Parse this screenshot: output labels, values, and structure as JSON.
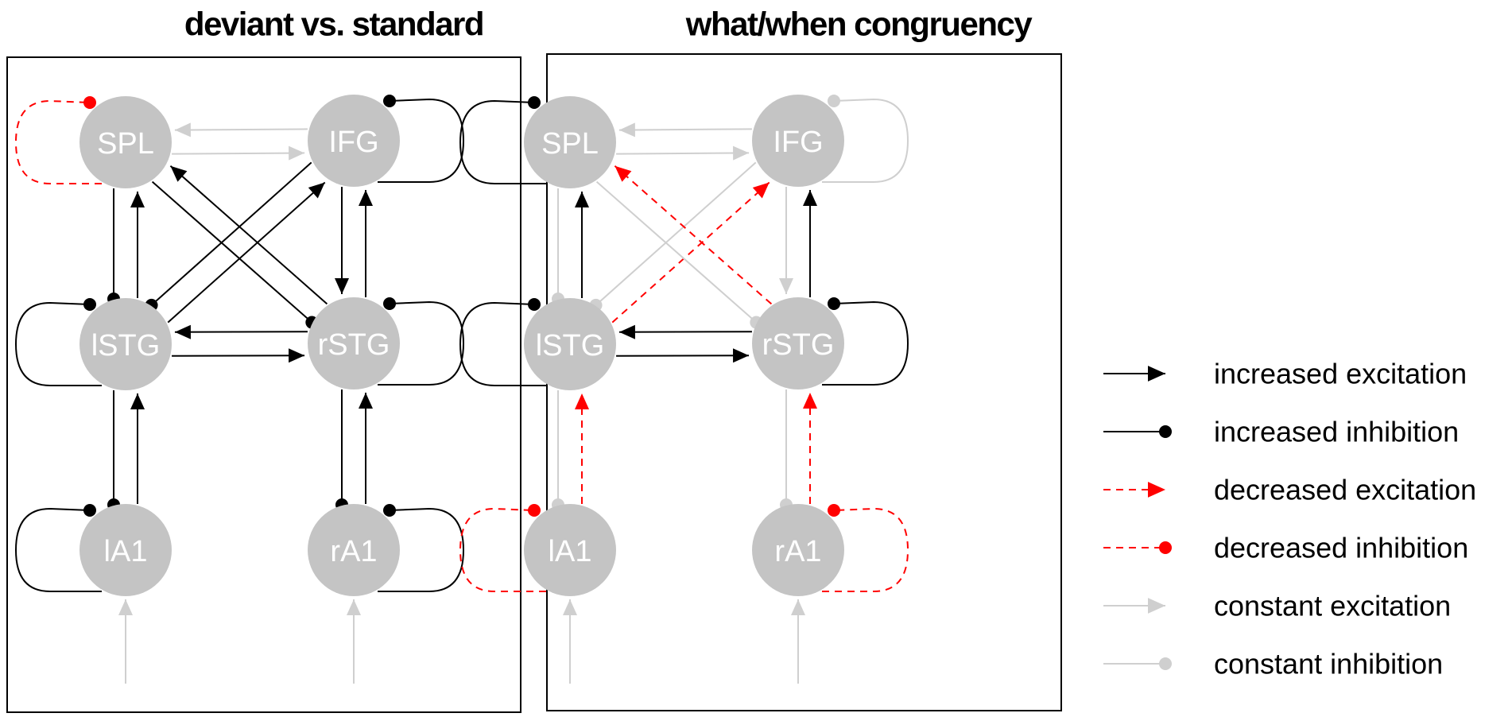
{
  "colors": {
    "black": "#000000",
    "red": "#ff0000",
    "gray_edge": "#cfcfcf",
    "node_fill": "#c4c4c4",
    "node_label": "#ffffff",
    "frame": "#000000"
  },
  "panels": [
    {
      "title": "deviant vs. standard",
      "nodes": [
        {
          "id": "SPL",
          "label": "SPL"
        },
        {
          "id": "IFG",
          "label": "IFG"
        },
        {
          "id": "lSTG",
          "label": "lSTG"
        },
        {
          "id": "rSTG",
          "label": "rSTG"
        },
        {
          "id": "lA1",
          "label": "lA1"
        },
        {
          "id": "rA1",
          "label": "rA1"
        }
      ],
      "connections": [
        {
          "from": "IFG",
          "to": "SPL",
          "kind": "constant excitation"
        },
        {
          "from": "SPL",
          "to": "IFG",
          "kind": "constant excitation"
        },
        {
          "from": "SPL",
          "to": "lSTG",
          "kind": "increased inhibition"
        },
        {
          "from": "lSTG",
          "to": "SPL",
          "kind": "increased excitation"
        },
        {
          "from": "IFG",
          "to": "rSTG",
          "kind": "increased excitation"
        },
        {
          "from": "rSTG",
          "to": "IFG",
          "kind": "increased excitation"
        },
        {
          "from": "IFG",
          "to": "lSTG",
          "kind": "increased inhibition"
        },
        {
          "from": "lSTG",
          "to": "IFG",
          "kind": "increased excitation"
        },
        {
          "from": "SPL",
          "to": "rSTG",
          "kind": "increased inhibition"
        },
        {
          "from": "rSTG",
          "to": "SPL",
          "kind": "increased excitation"
        },
        {
          "from": "rSTG",
          "to": "lSTG",
          "kind": "increased excitation"
        },
        {
          "from": "lSTG",
          "to": "rSTG",
          "kind": "increased excitation"
        },
        {
          "from": "lA1",
          "to": "lSTG",
          "kind": "increased excitation"
        },
        {
          "from": "lSTG",
          "to": "lA1",
          "kind": "increased inhibition"
        },
        {
          "from": "rA1",
          "to": "rSTG",
          "kind": "increased excitation"
        },
        {
          "from": "rSTG",
          "to": "rA1",
          "kind": "increased inhibition"
        }
      ],
      "self_connections": [
        {
          "node": "SPL",
          "side": "left",
          "kind": "decreased inhibition"
        },
        {
          "node": "IFG",
          "side": "right",
          "kind": "increased inhibition"
        },
        {
          "node": "lSTG",
          "side": "left",
          "kind": "increased inhibition"
        },
        {
          "node": "rSTG",
          "side": "right",
          "kind": "increased inhibition"
        },
        {
          "node": "lA1",
          "side": "left",
          "kind": "increased inhibition"
        },
        {
          "node": "rA1",
          "side": "right",
          "kind": "increased inhibition"
        }
      ],
      "inputs": [
        {
          "node": "lA1",
          "kind": "constant excitation"
        },
        {
          "node": "rA1",
          "kind": "constant excitation"
        }
      ]
    },
    {
      "title": "what/when congruency",
      "nodes": [
        {
          "id": "SPL",
          "label": "SPL"
        },
        {
          "id": "IFG",
          "label": "IFG"
        },
        {
          "id": "lSTG",
          "label": "lSTG"
        },
        {
          "id": "rSTG",
          "label": "rSTG"
        },
        {
          "id": "lA1",
          "label": "lA1"
        },
        {
          "id": "rA1",
          "label": "rA1"
        }
      ],
      "connections": [
        {
          "from": "IFG",
          "to": "SPL",
          "kind": "constant excitation"
        },
        {
          "from": "SPL",
          "to": "IFG",
          "kind": "constant excitation"
        },
        {
          "from": "SPL",
          "to": "lSTG",
          "kind": "constant inhibition"
        },
        {
          "from": "lSTG",
          "to": "SPL",
          "kind": "increased excitation"
        },
        {
          "from": "IFG",
          "to": "rSTG",
          "kind": "constant excitation"
        },
        {
          "from": "rSTG",
          "to": "IFG",
          "kind": "increased excitation"
        },
        {
          "from": "IFG",
          "to": "lSTG",
          "kind": "constant inhibition"
        },
        {
          "from": "lSTG",
          "to": "IFG",
          "kind": "decreased excitation"
        },
        {
          "from": "SPL",
          "to": "rSTG",
          "kind": "constant inhibition"
        },
        {
          "from": "rSTG",
          "to": "SPL",
          "kind": "decreased excitation"
        },
        {
          "from": "rSTG",
          "to": "lSTG",
          "kind": "increased excitation"
        },
        {
          "from": "lSTG",
          "to": "rSTG",
          "kind": "increased excitation"
        },
        {
          "from": "lA1",
          "to": "lSTG",
          "kind": "decreased excitation"
        },
        {
          "from": "lSTG",
          "to": "lA1",
          "kind": "constant inhibition"
        },
        {
          "from": "rA1",
          "to": "rSTG",
          "kind": "decreased excitation"
        },
        {
          "from": "rSTG",
          "to": "rA1",
          "kind": "constant inhibition"
        }
      ],
      "self_connections": [
        {
          "node": "SPL",
          "side": "left",
          "kind": "increased inhibition"
        },
        {
          "node": "IFG",
          "side": "right",
          "kind": "constant inhibition"
        },
        {
          "node": "lSTG",
          "side": "left",
          "kind": "increased inhibition"
        },
        {
          "node": "rSTG",
          "side": "right",
          "kind": "increased inhibition"
        },
        {
          "node": "lA1",
          "side": "left",
          "kind": "decreased inhibition"
        },
        {
          "node": "rA1",
          "side": "right",
          "kind": "decreased inhibition"
        }
      ],
      "inputs": [
        {
          "node": "lA1",
          "kind": "constant excitation"
        },
        {
          "node": "rA1",
          "kind": "constant excitation"
        }
      ]
    }
  ],
  "legend": [
    {
      "label": "increased excitation",
      "kind": "increased excitation"
    },
    {
      "label": "increased inhibition",
      "kind": "increased inhibition"
    },
    {
      "label": "decreased excitation",
      "kind": "decreased excitation"
    },
    {
      "label": "decreased inhibition",
      "kind": "decreased inhibition"
    },
    {
      "label": "constant excitation",
      "kind": "constant excitation"
    },
    {
      "label": "constant inhibition",
      "kind": "constant inhibition"
    }
  ]
}
